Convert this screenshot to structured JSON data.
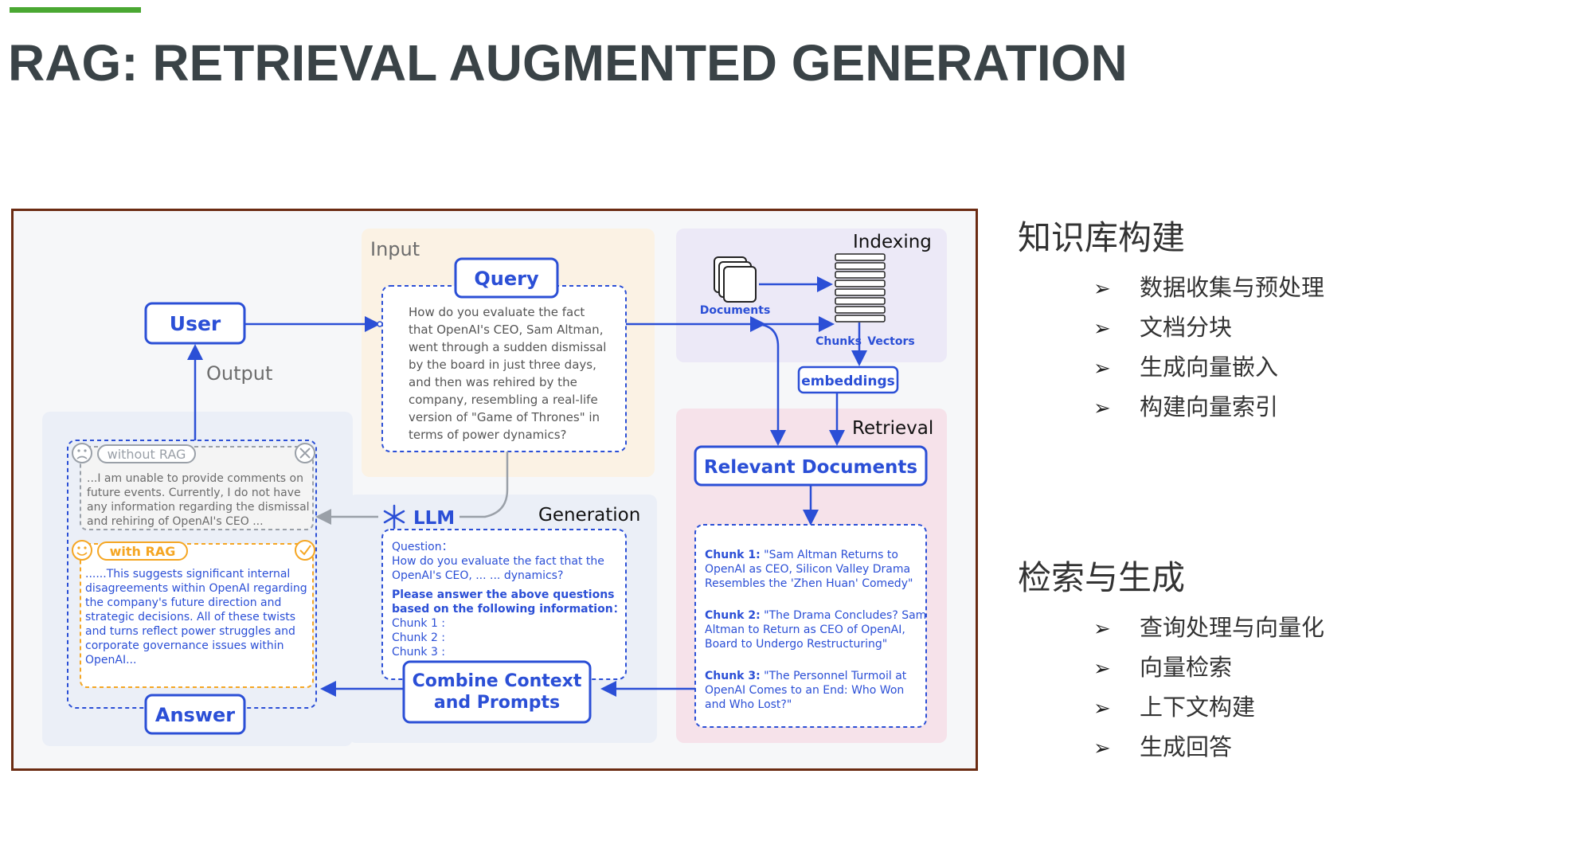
{
  "title": "RAG: RETRIEVAL AUGMENTED GENERATION",
  "colors": {
    "accent": "#4aa832",
    "title": "#3a4347",
    "frame": "#6b2b12",
    "blue": "#2b4fd6"
  },
  "diagram": {
    "input_label": "Input",
    "output_label": "Output",
    "indexing_label": "Indexing",
    "retrieval_label": "Retrieval",
    "generation_label": "Generation",
    "user": "User",
    "query": "Query",
    "query_text": [
      "How do you evaluate the fact",
      "that OpenAI's CEO, Sam Altman,",
      "went through a sudden dismissal",
      "by the board in just three days,",
      "and then was rehired by the",
      "company, resembling a real-life",
      "version of \"Game of Thrones\" in",
      "terms of power dynamics?"
    ],
    "documents": "Documents",
    "chunks": "Chunks",
    "vectors": "Vectors",
    "embeddings": "embeddings",
    "relevant_documents": "Relevant Documents",
    "chunk_items": [
      {
        "label": "Chunk 1:",
        "lines": [
          " \"Sam Altman Returns to",
          "OpenAI as CEO, Silicon Valley Drama",
          "Resembles the 'Zhen Huan' Comedy\""
        ]
      },
      {
        "label": "Chunk 2:",
        "lines": [
          " \"The Drama Concludes? Sam",
          "Altman to Return as CEO of OpenAI,",
          "Board to Undergo Restructuring\""
        ]
      },
      {
        "label": "Chunk 3:",
        "lines": [
          " \"The Personnel Turmoil at",
          "OpenAI Comes to an End: Who Won",
          "and Who Lost?\""
        ]
      }
    ],
    "llm": "LLM",
    "prompt_question_label": "Question：",
    "prompt_question_lines": [
      "How do you evaluate the fact that the",
      "OpenAI's CEO, ... ... dynamics?"
    ],
    "prompt_instruction": [
      "Please answer the above questions",
      "based on the following information："
    ],
    "prompt_chunks": [
      "Chunk 1 :",
      "Chunk 2 :",
      "Chunk 3 :"
    ],
    "combine": [
      "Combine Context",
      "and Prompts"
    ],
    "answer": "Answer",
    "without_rag": "without RAG",
    "without_rag_text": [
      "...I am unable to provide comments on",
      "future events. Currently, I do not have",
      "any information regarding the dismissal",
      "and rehiring of OpenAI's CEO ..."
    ],
    "with_rag": "with RAG",
    "with_rag_text": [
      "......This suggests significant internal",
      "disagreements within OpenAI regarding",
      "the company's future direction and",
      "strategic decisions. All of these twists",
      "and turns reflect power struggles and",
      "corporate governance issues within",
      "OpenAI..."
    ]
  },
  "right_panel": {
    "section1": {
      "heading": "知识库构建",
      "items": [
        "数据收集与预处理",
        "文档分块",
        "生成向量嵌入",
        "构建向量索引"
      ]
    },
    "section2": {
      "heading": "检索与生成",
      "items": [
        "查询处理与向量化",
        "向量检索",
        "上下文构建",
        "生成回答"
      ]
    },
    "bullet": "➢"
  }
}
